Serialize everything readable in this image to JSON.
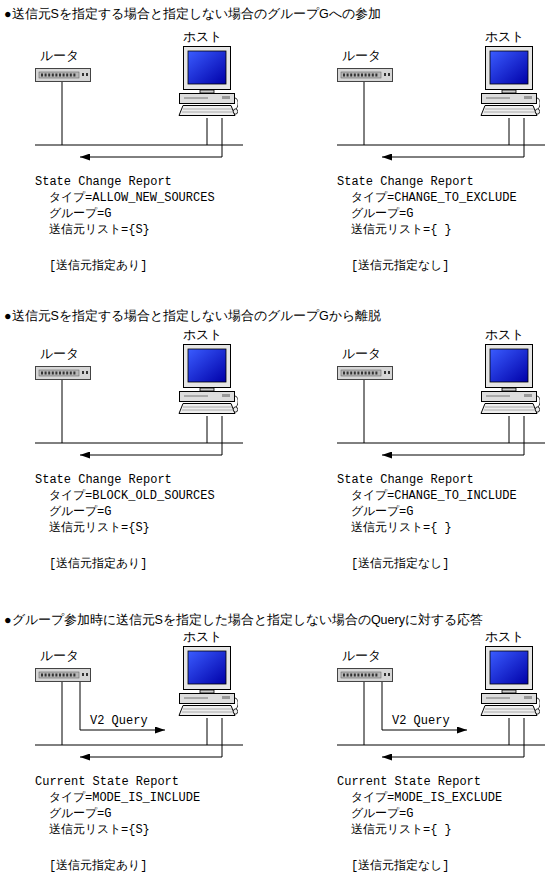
{
  "diagram": {
    "nodes": [
      {
        "text": [
          "ルータ"
        ]
      },
      {
        "text": [
          "ホスト"
        ]
      },
      {
        "text": [
          "ルータ"
        ]
      },
      {
        "text": [
          "ホスト"
        ]
      },
      {
        "text": [
          "ルータ"
        ]
      },
      {
        "text": [
          "ホスト"
        ]
      },
      {
        "text": [
          "ルータ"
        ]
      },
      {
        "text": [
          "ホスト"
        ]
      },
      {
        "text": [
          "ルータ"
        ]
      },
      {
        "text": [
          "ホスト"
        ]
      },
      {
        "text": [
          "ルータ"
        ]
      },
      {
        "text": [
          "ホスト"
        ]
      }
    ],
    "edges": [
      {
        "from": 1,
        "to": 0,
        "arrow": "to"
      },
      {
        "from": 3,
        "to": 2,
        "arrow": "to"
      },
      {
        "from": 5,
        "to": 4,
        "arrow": "to"
      },
      {
        "from": 7,
        "to": 6,
        "arrow": "to"
      },
      {
        "from": 8,
        "to": 9,
        "label": "V2 Query",
        "arrow": "to"
      },
      {
        "from": 9,
        "to": 8,
        "arrow": "to"
      },
      {
        "from": 10,
        "to": 11,
        "label": "V2 Query",
        "arrow": "to"
      },
      {
        "from": 11,
        "to": 10,
        "arrow": "to"
      }
    ],
    "labels": [
      "●送信元Sを指定する場合と指定しない場合のグループGへの参加",
      "State Change Report",
      "タイプ=ALLOW_NEW_SOURCES",
      "グループ=G",
      "送信元リスト={S}",
      "[送信元指定あり]",
      "State Change Report",
      "タイプ=CHANGE_TO_EXCLUDE",
      "グループ=G",
      "送信元リスト={ }",
      "[送信元指定なし]",
      "●送信元Sを指定する場合と指定しない場合のグループGから離脱",
      "State Change Report",
      "タイプ=BLOCK_OLD_SOURCES",
      "グループ=G",
      "送信元リスト={S}",
      "[送信元指定あり]",
      "State Change Report",
      "タイプ=CHANGE_TO_INCLUDE",
      "グループ=G",
      "送信元リスト={ }",
      "[送信元指定なし]",
      "●グループ参加時に送信元Sを指定した場合と指定しない場合のQueryに対する応答",
      "Current State Report",
      "タイプ=MODE_IS_INCLUDE",
      "グループ=G",
      "送信元リスト={S}",
      "[送信元指定あり]",
      "Current State Report",
      "タイプ=MODE_IS_EXCLUDE",
      "グループ=G",
      "送信元リスト={ }",
      "[送信元指定なし]"
    ]
  }
}
